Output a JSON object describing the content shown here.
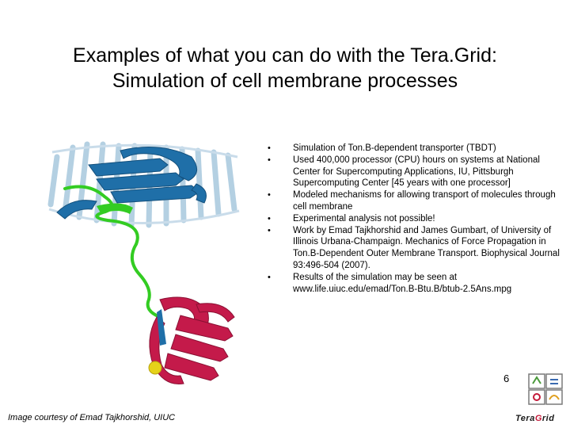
{
  "slide": {
    "title_line1": "Examples of what you can do with the Tera.Grid:",
    "title_line2": "Simulation of cell membrane processes",
    "bullets": [
      "Simulation of Ton.B-dependent transporter (TBDT)",
      "Used 400,000  processor (CPU) hours on systems at National Center for Supercomputing Applications, IU, Pittsburgh Supercomputing Center [45 years with one processor]",
      "Modeled mechanisms for allowing transport of molecules through cell membrane",
      "Experimental analysis not possible!",
      "Work by Emad Tajkhorshid and James Gumbart, of University of Illinois Urbana-Champaign. Mechanics of Force Propagation in Ton.B-Dependent Outer Membrane Transport. Biophysical Journal 93:496-504 (2007).",
      "Results of the simulation may be seen at www.life.uiuc.edu/emad/Ton.B-Btu.B/btub-2.5Ans.mpg"
    ],
    "page_number": "6",
    "image_credit": "Image courtesy of Emad Tajkhorshid, UIUC",
    "logo_text": "TeraGrid",
    "bullet_icon": "bullet-dot"
  },
  "colors": {
    "barrel": "#a8c8de",
    "blue_domain": "#1f6fa8",
    "green_linker": "#33cc22",
    "red_domain": "#c41a4a",
    "ligand": "#e6d21a"
  }
}
